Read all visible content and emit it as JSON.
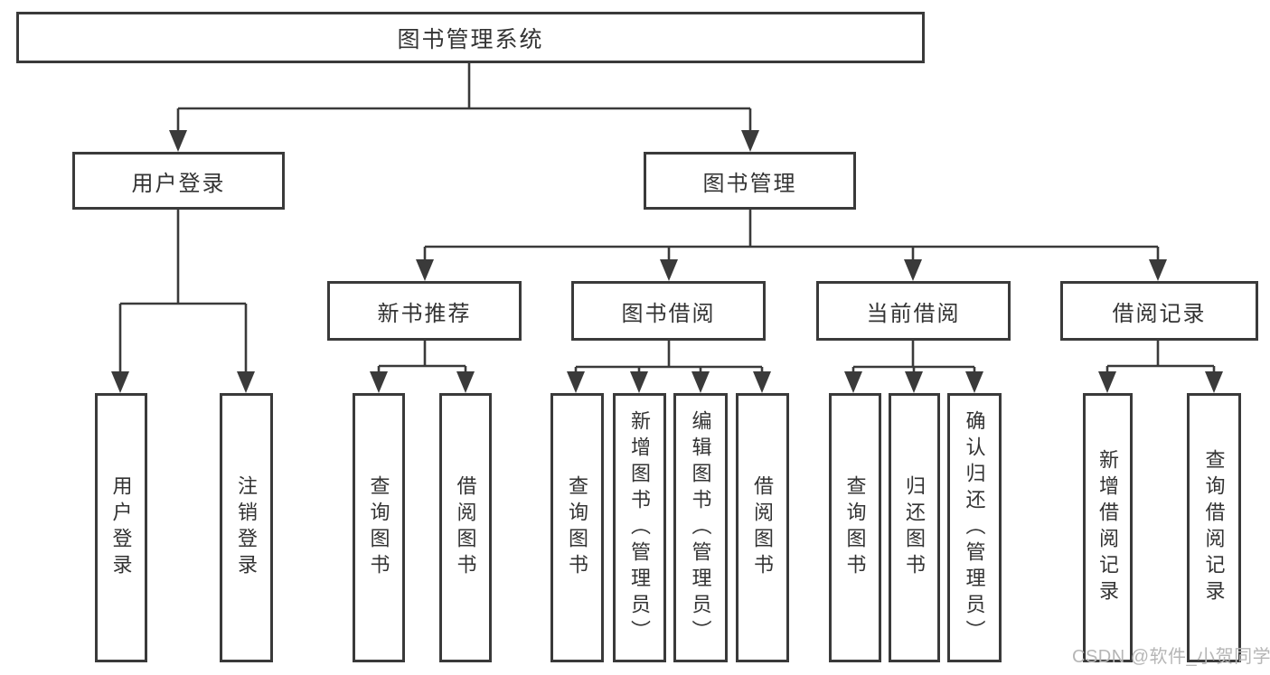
{
  "tree": {
    "label": "图书管理系统",
    "children": [
      {
        "label": "用户登录",
        "children": [
          {
            "label": "用户登录"
          },
          {
            "label": "注销登录"
          }
        ]
      },
      {
        "label": "图书管理",
        "children": [
          {
            "label": "新书推荐",
            "children": [
              {
                "label": "查询图书"
              },
              {
                "label": "借阅图书"
              }
            ]
          },
          {
            "label": "图书借阅",
            "children": [
              {
                "label": "查询图书"
              },
              {
                "label": "新增图书（管理员）"
              },
              {
                "label": "编辑图书（管理员）"
              },
              {
                "label": "借阅图书"
              }
            ]
          },
          {
            "label": "当前借阅",
            "children": [
              {
                "label": "查询图书"
              },
              {
                "label": "归还图书"
              },
              {
                "label": "确认归还（管理员）"
              }
            ]
          },
          {
            "label": "借阅记录",
            "children": [
              {
                "label": "新增借阅记录"
              },
              {
                "label": "查询借阅记录"
              }
            ]
          }
        ]
      }
    ]
  },
  "watermark": {
    "text": "CSDN @软件_小贺同学"
  },
  "colors": {
    "line": "#3a3a3a",
    "text": "#333333",
    "background": "#ffffff",
    "watermark_text": "#b6b6b6"
  }
}
